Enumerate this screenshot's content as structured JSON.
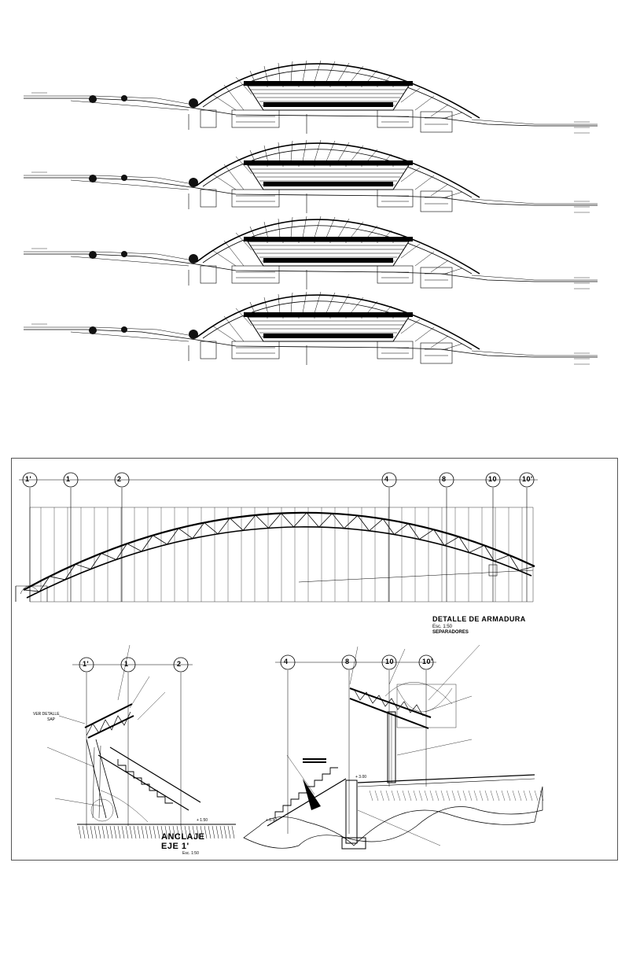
{
  "detail": {
    "title": "DETALLE DE ARMADURA",
    "scale": "Esc. 1:50",
    "subtitle": "SEPARADORES"
  },
  "anchor": {
    "title_line1": "ANCLAJE",
    "title_line2": "EJE 1'",
    "scale": "Esc. 1:50",
    "ver_detalle": "VER DETALLE",
    "sap": "SAP"
  },
  "axes_top": [
    "1'",
    "1",
    "2",
    "4",
    "8",
    "10",
    "10'"
  ],
  "axes_left": [
    "1'",
    "1",
    "2"
  ],
  "axes_right": [
    "4",
    "8",
    "10",
    "10'"
  ],
  "level_marks": [
    "+ 1.50",
    "+ 0.50",
    "+ 3.00"
  ],
  "colors": {
    "line": "#000000",
    "frame": "#555555",
    "paper": "#ffffff"
  }
}
